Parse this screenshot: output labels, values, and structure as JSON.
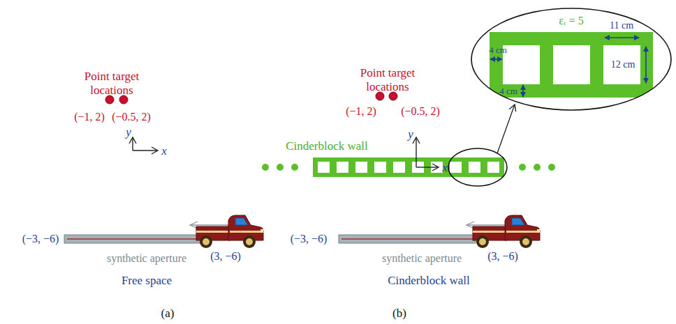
{
  "diagram": {
    "nodes": [
      {
        "text": [
          "εᵣ = 5",
          "11 cm",
          "12 cm",
          "4 cm",
          "4 cm"
        ]
      }
    ],
    "labels": [
      "Point target locations",
      "(−1, 2)",
      "(−0.5, 2)",
      "y",
      "x",
      "(−3, −6)",
      "(3, −6)",
      "synthetic aperture",
      "Free space",
      "(a)",
      "Point target locations",
      "(−1, 2)",
      "(−0.5, 2)",
      "Cinderblock wall",
      "y",
      "x",
      "(−3, −6)",
      "(3, −6)",
      "synthetic aperture",
      "Cinderblock wall",
      "(b)"
    ]
  }
}
